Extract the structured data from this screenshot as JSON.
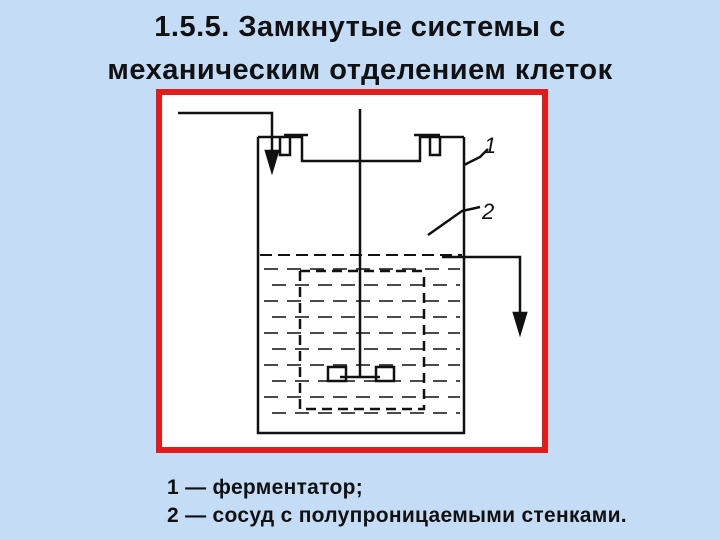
{
  "title": {
    "line1": "1.5.5. Замкнутые системы с",
    "line2": "механическим отделением клеток"
  },
  "diagram": {
    "label_1": "1",
    "label_2": "2"
  },
  "legend": {
    "item1": "1 — ферментатор;",
    "item2": "2 — сосуд с полупроницаемыми стенками."
  },
  "colors": {
    "background": "#c5dcf6",
    "frame_border": "#e31b1b",
    "ink": "#111111"
  }
}
